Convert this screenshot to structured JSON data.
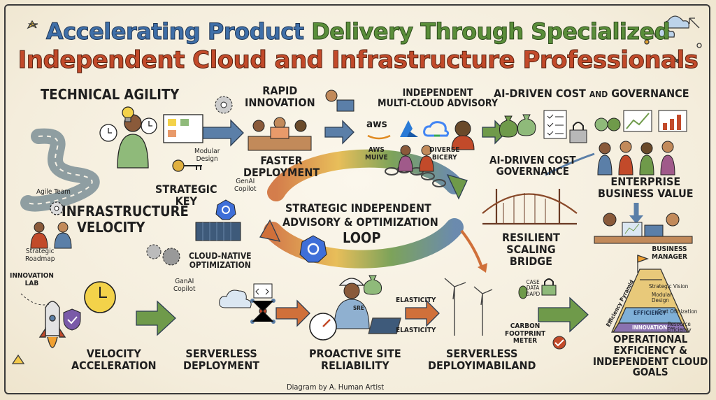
{
  "title": {
    "line1_part1": "Accelerating Product",
    "line1_part2": "Delivery Through Specialized",
    "line2": "Independent Cloud and Infrastructure Professionals"
  },
  "sections": {
    "technical_agility": "TECHNICAL AGILITY",
    "agile_team": "Agile Team",
    "strategic_key": "STRATEGIC\nKEY",
    "infrastructure": "INFRASTRUCTURE",
    "velocity": "VELOCITY",
    "strategic_roadmap": "Strategic\nRoadmap",
    "innovation_lab": "INNOVATION\nLAB",
    "velocity_acceleration": "VELOCITY\nACCELERATION",
    "rapid_innovation": "RAPID\nINNOVATION",
    "modular_design": "Modular\nDesign",
    "faster_deployment": "FASTER\nDEPLOYMENT",
    "genai_copilot": "GenAI\nCopilot",
    "cloud_native": "CLOUD-NATIVE\nOPTIMIZATION",
    "genai_copilot2": "GanAI\nCopilot",
    "serverless_deployment": "SERVERLESS\nDEPLOYMENT",
    "independent_advisory": "INDEPENDENT\nMULTI-CLOUD ADVISORY",
    "aws_logo": "aws",
    "aws_muive": "AWS\nMUIVE",
    "diverse_bicery": "DIVERSE\nBICERY",
    "loop_line1": "STRATEGIC INDEPENDENT",
    "loop_line2": "ADVISORY & OPTIMIZATION",
    "loop_line3": "LOOP",
    "proactive_sre": "PROACTIVE SITE\nRELIABILITY",
    "sre_tag": "SRE",
    "elasticity1": "ELASTICITY",
    "elasticity2": "ELASTICITY",
    "serverless_deploy2": "SERVERLESS\nDEPLOYIMABILAND",
    "carbon_meter": "CARBON\nFOOTPRINT\nMETER",
    "case_data": "CASE\nDATA\nDAPD",
    "ai_cost_gov_title": "AI-DRIVEN COST",
    "ai_cost_gov_and": "AND",
    "ai_cost_gov_title2": "GOVERNANCE",
    "ai_cost_gov2": "AI-DRIVEN COST\nGOVERNANCE",
    "resilient_bridge": "RESILIENT\nSCALING\nBRIDGE",
    "enterprise_value": "ENTERPRISE\nBUSINESS VALUE",
    "business_manager": "BUSINESS\nMANAGER",
    "efficiency_pyramid": "Efficiency Pyramid",
    "strategic_vision": "Strategic Vision",
    "modular_design2": "Modular\nDesign",
    "cost_otinization": "Cost Otinization",
    "resource_efficiency": "Resource\nEfficiency",
    "efficiency_band": "EFFICIENCY",
    "innovation_band": "INNOVATION",
    "operational_goals": "OPERATIONAL\nEXFICIENCY &\nINDEPENDENT CLOUD\nGOALS",
    "credit": "Diagram by A. Human Artist"
  },
  "colors": {
    "title_blue": "#3f6fa8",
    "title_green": "#5a8e3a",
    "title_red": "#c24a2a",
    "arrow_blue": "#5b7fa8",
    "arrow_green": "#6f9a4a",
    "arrow_orange": "#d0703a",
    "background": "#f4eddc"
  }
}
